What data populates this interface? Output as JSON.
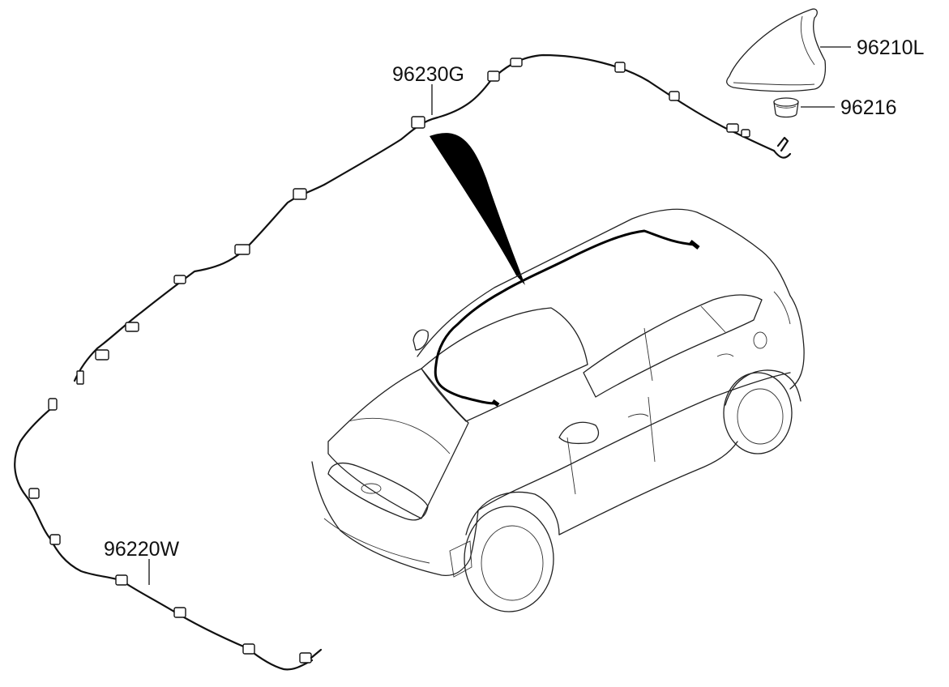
{
  "parts": {
    "antenna_assembly": {
      "part_number": "96210L"
    },
    "antenna_nut": {
      "part_number": "96216"
    },
    "roof_feeder_cable": {
      "part_number": "96230G"
    },
    "extension_cable": {
      "part_number": "96220W"
    }
  },
  "colors": {
    "line": "#111111",
    "background": "#ffffff"
  }
}
